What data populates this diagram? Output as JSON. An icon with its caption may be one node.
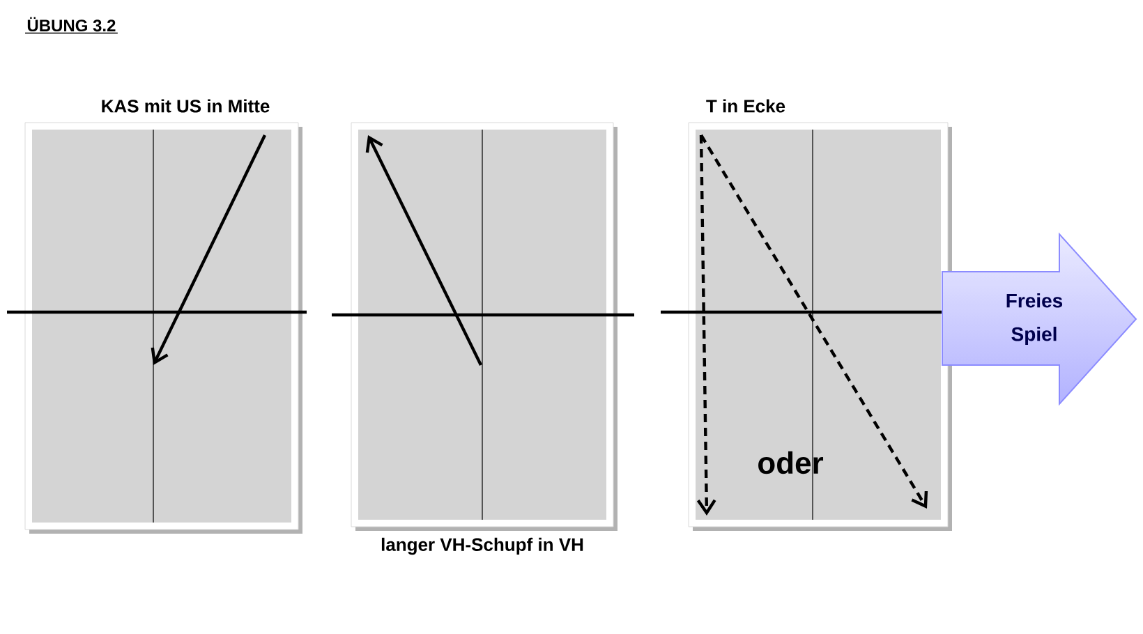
{
  "diagram": {
    "title": "ÜBUNG 3.2",
    "nodes": [
      {
        "text": [
          "KAS mit US in Mitte"
        ]
      },
      {
        "text": [
          "langer VH-Schupf in VH"
        ]
      },
      {
        "text": [
          "T in Ecke",
          "oder"
        ]
      },
      {
        "text": [
          "Freies Spiel"
        ]
      }
    ],
    "edges": []
  }
}
